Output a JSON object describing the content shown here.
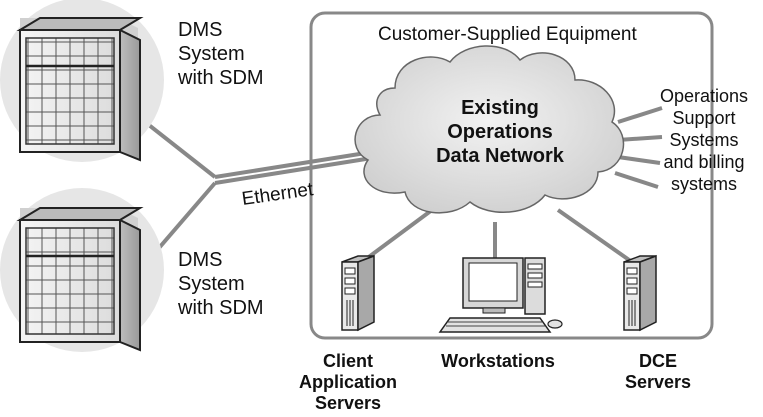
{
  "enclosure": {
    "title": "Customer-Supplied Equipment"
  },
  "cloud": {
    "label": "Existing\nOperations\nData Network"
  },
  "dms_top": {
    "label": "DMS\nSystem\nwith SDM"
  },
  "dms_bottom": {
    "label": "DMS\nSystem\nwith SDM"
  },
  "link": {
    "label": "Ethernet"
  },
  "oss": {
    "label": "Operations\nSupport\nSystems\nand billing\nsystems"
  },
  "client_servers": {
    "label": "Client\nApplication\nServers"
  },
  "workstations": {
    "label": "Workstations"
  },
  "dce_servers": {
    "label": "DCE\nServers"
  },
  "colors": {
    "line": "#888888",
    "fill_light": "#e6e6e6",
    "fill_mid": "#cfcfcf",
    "stroke": "#222222"
  }
}
